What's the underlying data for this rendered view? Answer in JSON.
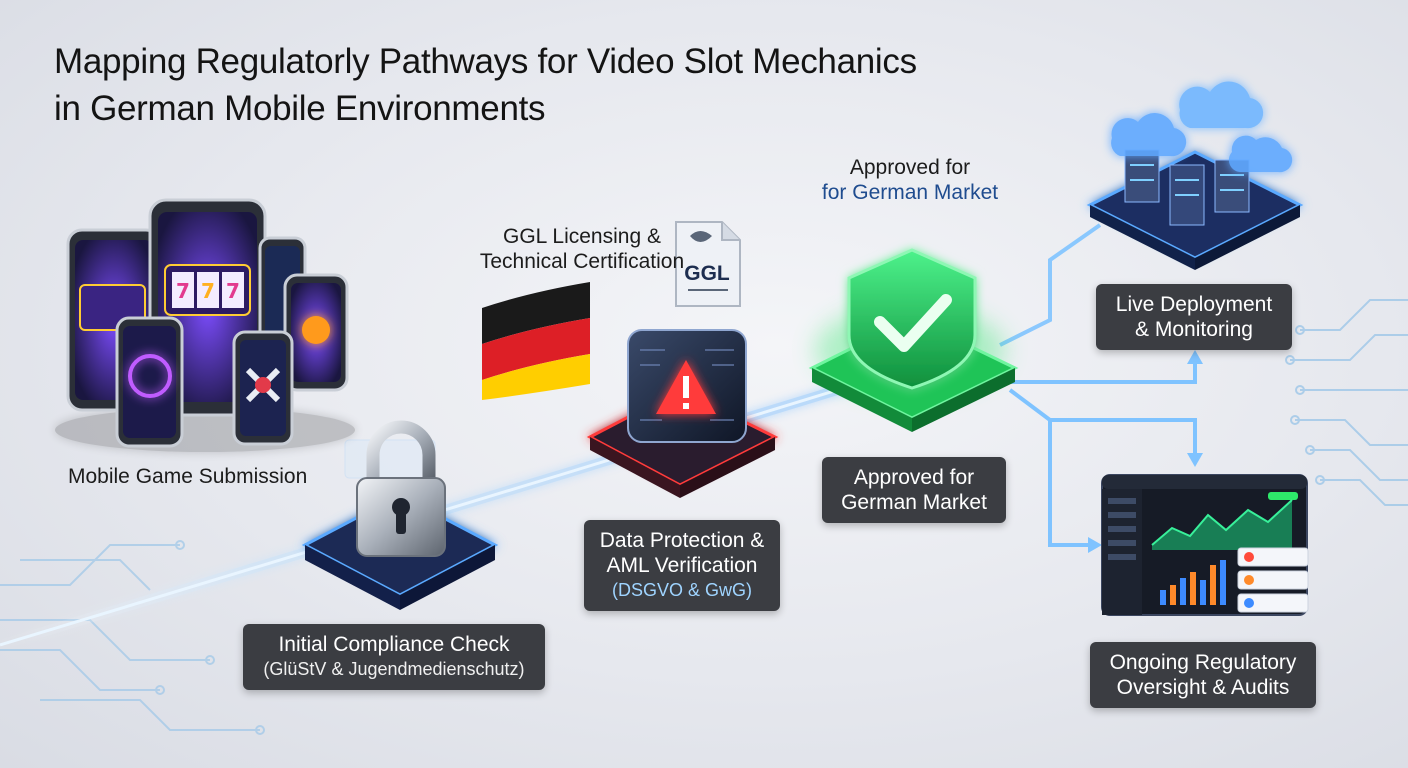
{
  "title": {
    "line1": "Mapping Regulatorly Pathways for Video Slot Mechanics",
    "line2": "in German Mobile Environments"
  },
  "steps": {
    "submission": {
      "label": "Mobile Game Submission"
    },
    "initial_check": {
      "line1": "Initial Compliance Check",
      "line2": "(GlüStV & Jugendmedienschutz)"
    },
    "ggl": {
      "line1": "GGL Licensing &",
      "line2": "Technical Certification",
      "badge": "GGL"
    },
    "data_protection": {
      "line1": "Data Protection &",
      "line2": "AML Verification",
      "line3": "(DSGVO & GwG)"
    },
    "approved_top": {
      "line1": "Approved for",
      "line2": "for German Market"
    },
    "approved": {
      "line1": "Approved for",
      "line2": "German Market"
    },
    "live": {
      "line1": "Live Deployment",
      "line2": "& Monitoring"
    },
    "oversight": {
      "line1": "Ongoing Regulatory",
      "line2": "Oversight & Audits"
    }
  },
  "colors": {
    "pipeline": "#7fc3ff",
    "alert": "#ff3b3b",
    "approved": "#2ee86a",
    "label_bg": "#3b3d42",
    "flag_black": "#1a1a1a",
    "flag_red": "#dd1f26",
    "flag_gold": "#ffce00"
  },
  "icons": [
    "phones-icon",
    "padlock-icon",
    "chip-warning-icon",
    "germany-flag-icon",
    "ggl-document-icon",
    "checkmark-shield-icon",
    "cloud-servers-icon",
    "dashboard-icon"
  ]
}
